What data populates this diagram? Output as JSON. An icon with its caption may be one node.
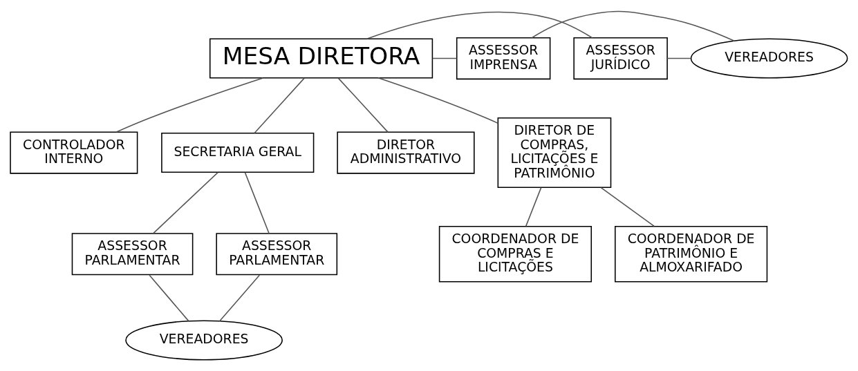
{
  "diagram": {
    "nodes": [
      {
        "text": [
          "MESA DIRETORA"
        ]
      },
      {
        "text": [
          "ASSESSOR JURÍDICO"
        ]
      },
      {
        "text": [
          "ASSESSOR IMPRENSA"
        ]
      },
      {
        "text": [
          "VEREADORES"
        ]
      },
      {
        "text": [
          "CONTROLADOR INTERNO"
        ]
      },
      {
        "text": [
          "SECRETARIA GERAL"
        ]
      },
      {
        "text": [
          "DIRETOR ADMINISTRATIVO"
        ]
      },
      {
        "text": [
          "DIRETOR DE COMPRAS, LICITAÇÕES E PATRIMÔNIO"
        ]
      },
      {
        "text": [
          "ASSESSOR PARLAMENTAR"
        ]
      },
      {
        "text": [
          "ASSESSOR PARLAMENTAR"
        ]
      },
      {
        "text": [
          "COORDENADOR DE COMPRAS E LICITAÇÕES"
        ]
      },
      {
        "text": [
          "COORDENADOR DE PATRIMÔNIO E ALMOXARIFADO"
        ]
      },
      {
        "text": [
          "VEREADORES"
        ]
      }
    ],
    "edges": [
      {
        "from": 0,
        "to": 1,
        "arrow": "none"
      },
      {
        "from": 0,
        "to": 2,
        "arrow": "none"
      },
      {
        "from": 1,
        "to": 3,
        "arrow": "none"
      },
      {
        "from": 2,
        "to": 3,
        "arrow": "none"
      },
      {
        "from": 0,
        "to": 4,
        "arrow": "none"
      },
      {
        "from": 0,
        "to": 5,
        "arrow": "none"
      },
      {
        "from": 0,
        "to": 6,
        "arrow": "none"
      },
      {
        "from": 0,
        "to": 7,
        "arrow": "none"
      },
      {
        "from": 5,
        "to": 8,
        "arrow": "none"
      },
      {
        "from": 5,
        "to": 9,
        "arrow": "none"
      },
      {
        "from": 7,
        "to": 10,
        "arrow": "none"
      },
      {
        "from": 7,
        "to": 11,
        "arrow": "none"
      },
      {
        "from": 8,
        "to": 12,
        "arrow": "none"
      },
      {
        "from": 9,
        "to": 12,
        "arrow": "none"
      }
    ]
  }
}
